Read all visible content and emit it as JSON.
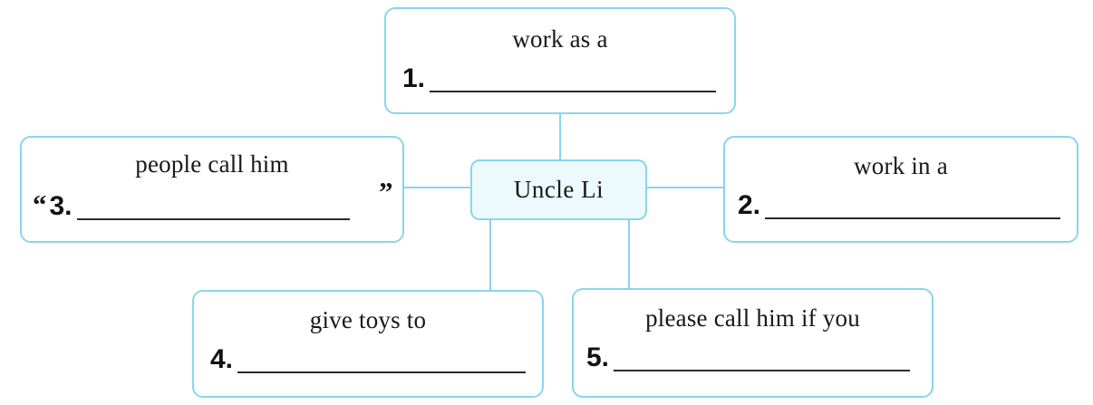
{
  "worksheet": {
    "center": {
      "label": "Uncle Li"
    },
    "branches": [
      {
        "id": "branch-1",
        "prompt": "work as a",
        "number": "1.",
        "answer": "",
        "quote_open": "",
        "quote_close": ""
      },
      {
        "id": "branch-2",
        "prompt": "work in a",
        "number": "2.",
        "answer": "",
        "quote_open": "",
        "quote_close": ""
      },
      {
        "id": "branch-3",
        "prompt": "people call him",
        "number": "3.",
        "answer": "",
        "quote_open": "“",
        "quote_close": "”"
      },
      {
        "id": "branch-4",
        "prompt": "give toys to",
        "number": "4.",
        "answer": "",
        "quote_open": "",
        "quote_close": ""
      },
      {
        "id": "branch-5",
        "prompt": "please call him if you",
        "number": "5.",
        "answer": "",
        "quote_open": "",
        "quote_close": ""
      }
    ],
    "colors": {
      "box_border": "#8ad4ef",
      "center_fill": "#edfafd",
      "connector": "#8ad4ef",
      "text": "#17181a",
      "blank_line": "#2b2b2b",
      "background": "#ffffff"
    }
  }
}
